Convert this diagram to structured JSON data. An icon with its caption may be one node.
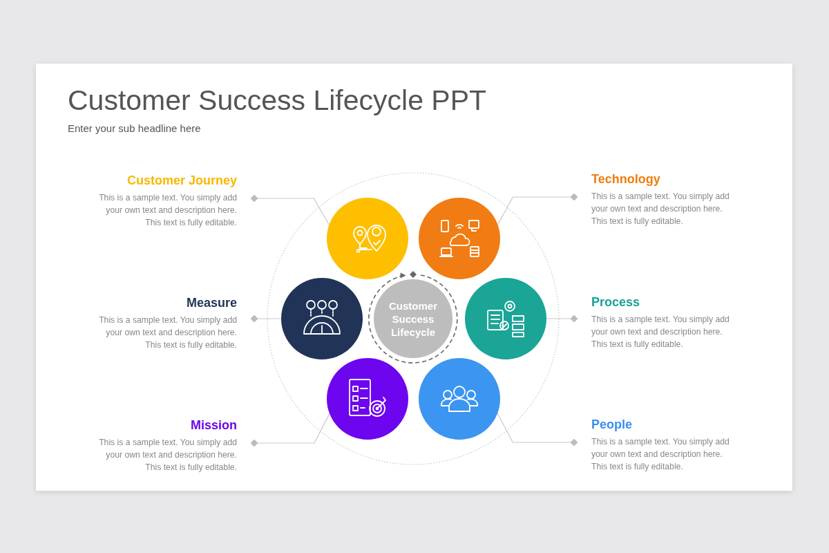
{
  "diagram": {
    "title": "Customer Success Lifecycle PPT",
    "nodes": [
      {
        "text": [
          "Customer Journey",
          "This is a sample text. You simply add your own text and description here. This text is fully editable."
        ]
      },
      {
        "text": [],
        "shape": "circle"
      },
      {
        "text": [
          "Technology",
          "This is a sample text. You simply add your own text and description here. This text is fully editable."
        ]
      },
      {
        "text": [],
        "shape": "circle"
      },
      {
        "text": [
          "Measure",
          "This is a sample text. You simply add your own text and description here. This text is fully editable."
        ]
      },
      {
        "text": [],
        "shape": "circle"
      },
      {
        "text": [
          "Customer Success Lifecycle"
        ]
      },
      {
        "text": [],
        "shape": "circle"
      },
      {
        "text": [
          "Process",
          "This is a sample text. You simply add your own text and description here. This text is fully editable."
        ]
      },
      {
        "text": [],
        "shape": "circle"
      },
      {
        "text": [
          "Mission",
          "This is a sample text. You simply add your own text and description here. This text is fully editable."
        ]
      },
      {
        "text": [],
        "shape": "circle"
      },
      {
        "text": [
          "People",
          "This is a sample text. You simply add your own text and description here. This text is fully editable."
        ]
      }
    ],
    "edges": [
      {
        "from": 0,
        "to": 1,
        "arrow": "other"
      },
      {
        "from": 2,
        "to": 3,
        "arrow": "other"
      },
      {
        "from": 4,
        "to": 5,
        "arrow": "other"
      },
      {
        "from": 8,
        "to": 7,
        "arrow": "other"
      },
      {
        "from": 10,
        "to": 9,
        "arrow": "other"
      },
      {
        "from": 12,
        "to": 11,
        "arrow": "other"
      }
    ],
    "labels": [
      "Enter your sub headline here"
    ]
  }
}
